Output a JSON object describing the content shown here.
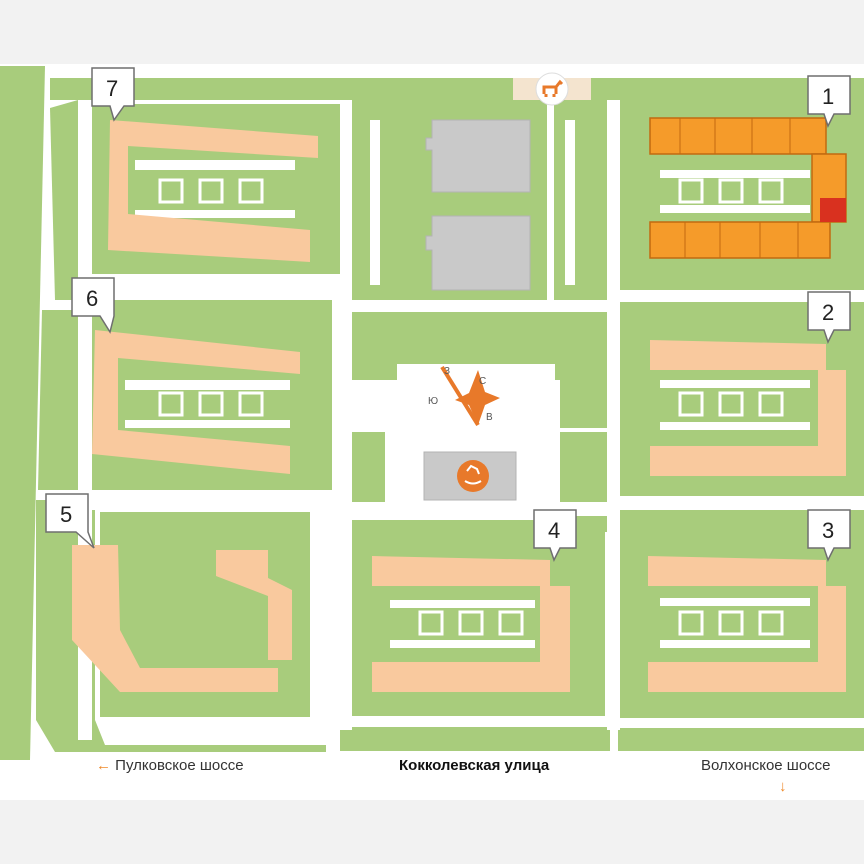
{
  "colors": {
    "grass": "#a8cc7c",
    "path": "#ffffff",
    "building": "#f9c99e",
    "building_active": "#f59b2a",
    "building_active_outline": "#c26a10",
    "building_highlight": "#d9311f",
    "parking": "#c9c9c9",
    "kindergarten_icon": "#e8792a",
    "compass": "#e8792a",
    "arrow": "#ef8a2a"
  },
  "buildings": [
    {
      "number": "1",
      "state": "active"
    },
    {
      "number": "2",
      "state": "normal"
    },
    {
      "number": "3",
      "state": "normal"
    },
    {
      "number": "4",
      "state": "normal"
    },
    {
      "number": "5",
      "state": "normal"
    },
    {
      "number": "6",
      "state": "normal"
    },
    {
      "number": "7",
      "state": "normal"
    }
  ],
  "icons": {
    "dog_walking": "dog-icon",
    "kindergarten": "rocking-horse-icon",
    "compass": "compass-icon"
  },
  "compass": {
    "north": "С",
    "south": "Ю",
    "east": "В",
    "west": "З"
  },
  "streets": {
    "left": {
      "label": "Пулковское шоссе",
      "arrow": "←"
    },
    "main": {
      "label": "Кокколевская улица"
    },
    "right": {
      "label": "Волхонское шоссе",
      "arrow": "↓"
    }
  }
}
